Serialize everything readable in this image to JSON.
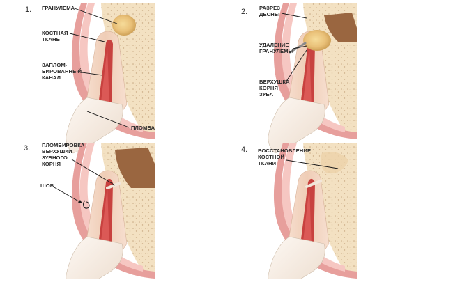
{
  "panels": [
    {
      "number": "1.",
      "labels": [
        {
          "lines": [
            "ГРАНУЛЕМА"
          ]
        },
        {
          "lines": [
            "КОСТНАЯ",
            "ТКАНЬ"
          ]
        },
        {
          "lines": [
            "ЗАПЛОМ-",
            "БИРОВАННЫЙ",
            "КАНАЛ"
          ]
        },
        {
          "lines": [
            "ПЛОМБА"
          ]
        }
      ]
    },
    {
      "number": "2.",
      "labels": [
        {
          "lines": [
            "РАЗРЕЗ",
            "ДЕСНЫ"
          ]
        },
        {
          "lines": [
            "УДАЛЕНИЕ",
            "ГРАНУЛЕМЫ"
          ]
        },
        {
          "lines": [
            "ВЕРХУШКА",
            "КОРНЯ",
            "ЗУБА"
          ]
        }
      ]
    },
    {
      "number": "3.",
      "labels": [
        {
          "lines": [
            "ПЛОМБИРОВКА",
            "ВЕРХУШКИ",
            "ЗУБНОГО",
            "КОРНЯ"
          ]
        },
        {
          "lines": [
            "ШОВ"
          ]
        }
      ]
    },
    {
      "number": "4.",
      "labels": [
        {
          "lines": [
            "ВОССТАНОВЛЕНИЕ",
            "КОСТНОЙ",
            "ТКАНИ"
          ]
        }
      ]
    }
  ],
  "colors": {
    "bone": "#f3e1c2",
    "bone_dots": "#c9a983",
    "gum": "#e79f9c",
    "gum_light": "#f6c7c2",
    "root": "#f3d7c4",
    "canal": "#c8413f",
    "granuloma": "#e9c078",
    "cavity": "#9a6640",
    "crown": "#f7efe8",
    "line": "#1a1a1a"
  }
}
